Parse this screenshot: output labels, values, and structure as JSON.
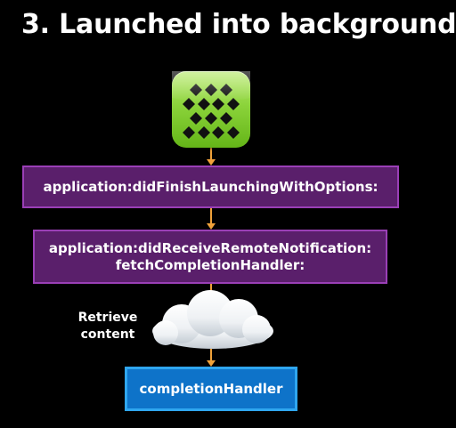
{
  "title": "3. Launched into background",
  "boxes": {
    "did_finish": "application:didFinishLaunchingWithOptions:",
    "did_receive_line1": "application:didReceiveRemoteNotification:",
    "did_receive_line2": "fetchCompletionHandler:",
    "completion": "completionHandler"
  },
  "side_label": {
    "line1": "Retrieve",
    "line2": "content"
  },
  "icons": {
    "app": "app-icon",
    "cloud": "cloud-icon"
  },
  "colors": {
    "background": "#000000",
    "purple_fill": "#5a1f6b",
    "purple_border": "#9a3fb6",
    "blue_fill": "#0e73c9",
    "blue_border": "#2fa6ef",
    "arrow": "#f0a23a",
    "app_green": "#8bd33a"
  }
}
